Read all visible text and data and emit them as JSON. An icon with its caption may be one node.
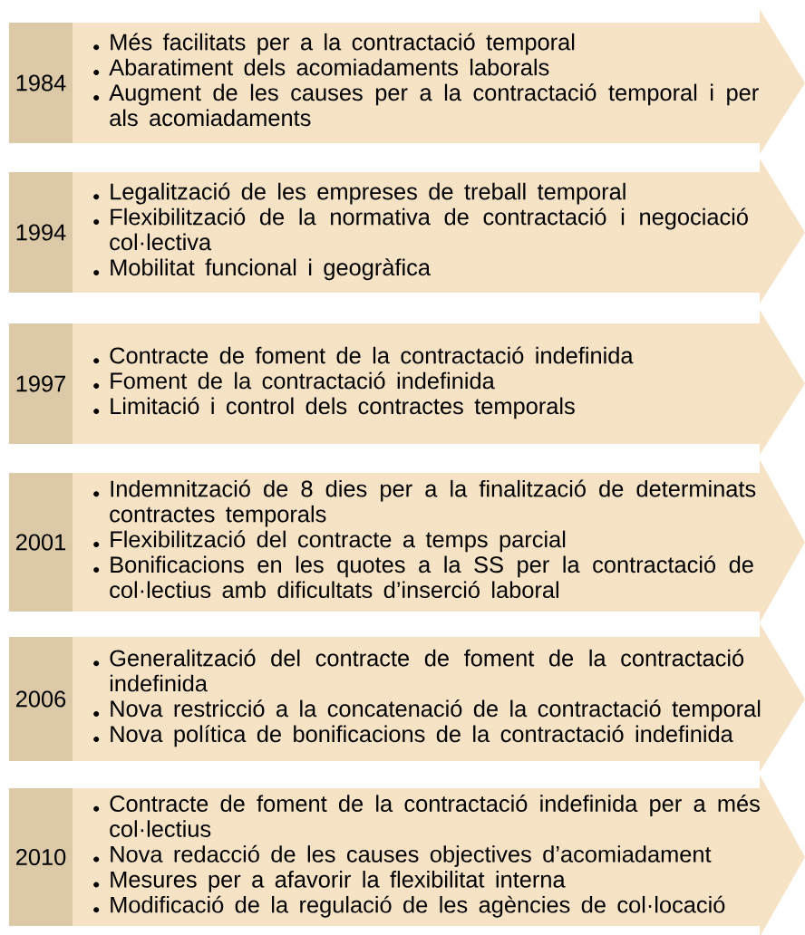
{
  "diagram": {
    "nodes": [
      {
        "text": [
          "1984"
        ]
      },
      {
        "text": [
          "Més facilitats per a la contractació temporal",
          "Abaratiment dels acomiadaments laborals",
          "Augment de les causes per a la contractació temporal i per als acomiadaments"
        ]
      },
      {
        "text": [
          "1994"
        ]
      },
      {
        "text": [
          "Legalització de les empreses de treball temporal",
          "Flexibilització de la normativa de contractació i negociació col·lectiva",
          "Mobilitat funcional i geogràfica"
        ]
      },
      {
        "text": [
          "1997"
        ]
      },
      {
        "text": [
          "Contracte de foment de la contractació indefinida",
          "Foment de la contractació indefinida",
          "Limitació i control dels contractes temporals"
        ]
      },
      {
        "text": [
          "2001"
        ]
      },
      {
        "text": [
          "Indemnització de 8 dies per a la finalització de determinats contractes temporals",
          "Flexibilització del contracte a temps parcial",
          "Bonificacions en les quotes a la SS per la contractació de col·lectius amb dificultats d’inserció laboral"
        ]
      },
      {
        "text": [
          "2006"
        ]
      },
      {
        "text": [
          "Generalització del contracte de foment de la contractació indefinida",
          "Nova restricció a la concatenació de la contractació temporal",
          "Nova política de bonificacions de la contractació indefinida"
        ]
      },
      {
        "text": [
          "2010"
        ]
      },
      {
        "text": [
          "Contracte de foment de la contractació indefinida per a més col·lectius",
          "Nova redacció de les causes objectives d’acomiadament",
          "Mesures per a afavorir la flexibilitat interna",
          "Modificació de la regulació de les agències de col·locació"
        ]
      }
    ]
  }
}
